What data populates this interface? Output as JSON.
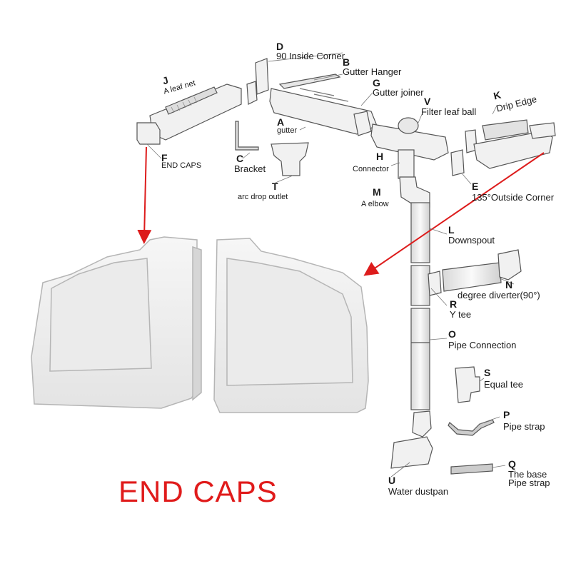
{
  "title": "END CAPS",
  "colors": {
    "arrow": "#dd1c1c",
    "title": "#e01b1b",
    "part_stroke": "#555555",
    "part_fill": "#f1f1f1"
  },
  "parts": {
    "D": {
      "letter": "D",
      "name": "90 Inside Corner"
    },
    "B": {
      "letter": "B",
      "name": "Gutter Hanger"
    },
    "J": {
      "letter": "J",
      "name": "A leaf net"
    },
    "G": {
      "letter": "G",
      "name": "Gutter joiner"
    },
    "K": {
      "letter": "K",
      "name": "Drip Edge"
    },
    "V": {
      "letter": "V",
      "name": "Filter leaf ball"
    },
    "A": {
      "letter": "A",
      "name": "gutter"
    },
    "F": {
      "letter": "F",
      "name": "END CAPS"
    },
    "C": {
      "letter": "C",
      "name": "Bracket"
    },
    "H": {
      "letter": "H",
      "name": "Connector"
    },
    "T": {
      "letter": "T",
      "name": "arc drop outlet"
    },
    "E": {
      "letter": "E",
      "name": "135°Outside Corner"
    },
    "M": {
      "letter": "M",
      "name": "A elbow"
    },
    "L": {
      "letter": "L",
      "name": "Downspout"
    },
    "N": {
      "letter": "N",
      "name": "degree diverter(90°)"
    },
    "R": {
      "letter": "R",
      "name": "Y tee"
    },
    "O": {
      "letter": "O",
      "name": "Pipe Connection"
    },
    "S": {
      "letter": "S",
      "name": "Equal tee"
    },
    "P": {
      "letter": "P",
      "name": "Pipe strap"
    },
    "Q": {
      "letter": "Q",
      "name": "The base",
      "name2": "Pipe strap"
    },
    "U": {
      "letter": "U",
      "name": "Water dustpan"
    }
  }
}
